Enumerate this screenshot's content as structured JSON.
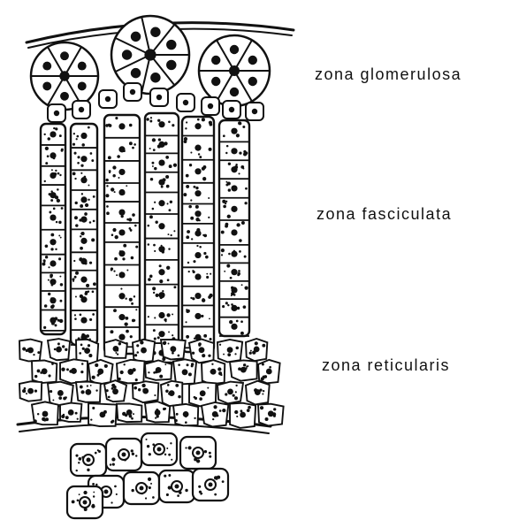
{
  "labels": {
    "glomerulosa": "zona glomerulosa",
    "fasciculata": "zona fasciculata",
    "reticularis": "zona reticularis"
  },
  "colors": {
    "ink": "#111111",
    "paper": "#ffffff"
  }
}
